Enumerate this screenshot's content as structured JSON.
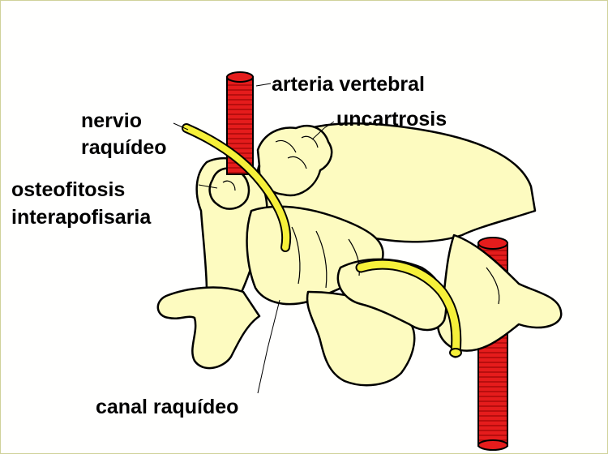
{
  "labels": {
    "arteria_vertebral": "arteria vertebral",
    "uncartrosis": "uncartrosis",
    "nervio": "nervio",
    "raquideo": "raquídeo",
    "osteofitosis": "osteofitosis",
    "interapofisaria": "interapofisaria",
    "canal_raquideo": "canal raquídeo"
  },
  "colors": {
    "bone": "#fdfbc0",
    "nerve": "#f6f03a",
    "artery": "#e51c1c",
    "outline": "#000000",
    "frame": "#cfd29a"
  }
}
